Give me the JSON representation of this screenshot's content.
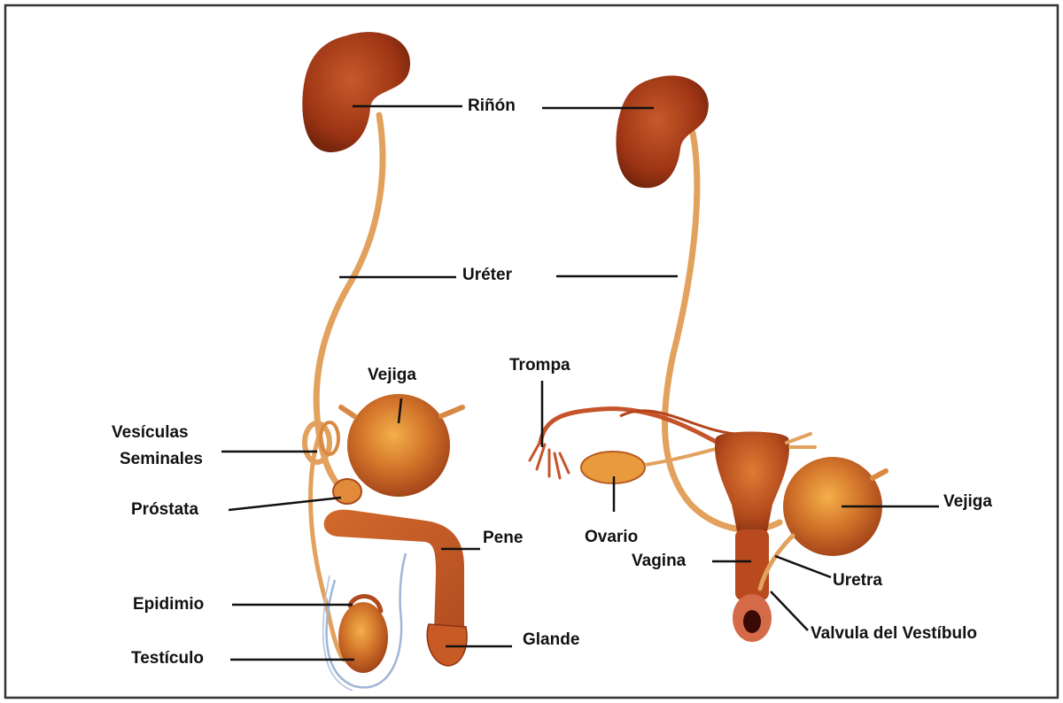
{
  "labels": {
    "rinon": "Riñón",
    "ureter": "Uréter",
    "vejiga_male": "Vejiga",
    "vesiculas_line1": "Vesículas",
    "vesiculas_line2": "Seminales",
    "prostata": "Próstata",
    "pene": "Pene",
    "epidimio": "Epidimio",
    "testiculo": "Testículo",
    "glande": "Glande",
    "trompa": "Trompa",
    "ovario": "Ovario",
    "vagina": "Vagina",
    "vejiga_female": "Vejiga",
    "uretra": "Uretra",
    "valvula": "Valvula del Vestíbulo"
  },
  "colors": {
    "organ_dark": "#9c3414",
    "organ_mid": "#c2531c",
    "organ_light": "#e89a3c",
    "tube": "#e2a15c",
    "vessel": "#c5542a",
    "outline_blue": "#9fb6d6",
    "leader": "#111111",
    "frame": "#333333"
  }
}
